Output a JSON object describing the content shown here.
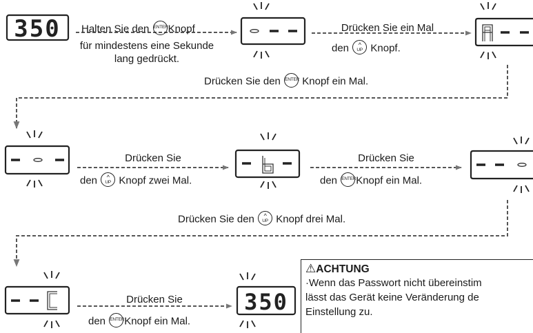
{
  "displays": {
    "start": "350",
    "end": "350"
  },
  "buttons": {
    "enter": "ENTER",
    "up_arrow": "^",
    "up": "UP"
  },
  "steps": {
    "s1": {
      "a": "Halten Sie den",
      "b": "Knopf",
      "line2": "für mindestens eine Sekunde",
      "line3": "lang gedrückt."
    },
    "s2": {
      "line1": "Drücken Sie ein Mal",
      "a": "den",
      "b": "Knopf."
    },
    "s3": {
      "a": "Drücken Sie den",
      "b": "Knopf ein Mal."
    },
    "s4": {
      "line1": "Drücken Sie",
      "a": "den",
      "b": "Knopf zwei Mal."
    },
    "s5": {
      "line1": "Drücken Sie",
      "a": "den",
      "b": "Knopf ein Mal."
    },
    "s6": {
      "a": "Drücken Sie den",
      "b": "Knopf drei Mal."
    },
    "s7": {
      "line1": "Drücken Sie",
      "a": "den",
      "b": "Knopf ein Mal."
    }
  },
  "warning": {
    "symbol": "⚠",
    "title": "ACHTUNG",
    "line1": "·Wenn das Passwort nicht übereinstim",
    "line2": "lässt das Gerät keine Veränderung de",
    "line3": "Einstellung zu."
  }
}
